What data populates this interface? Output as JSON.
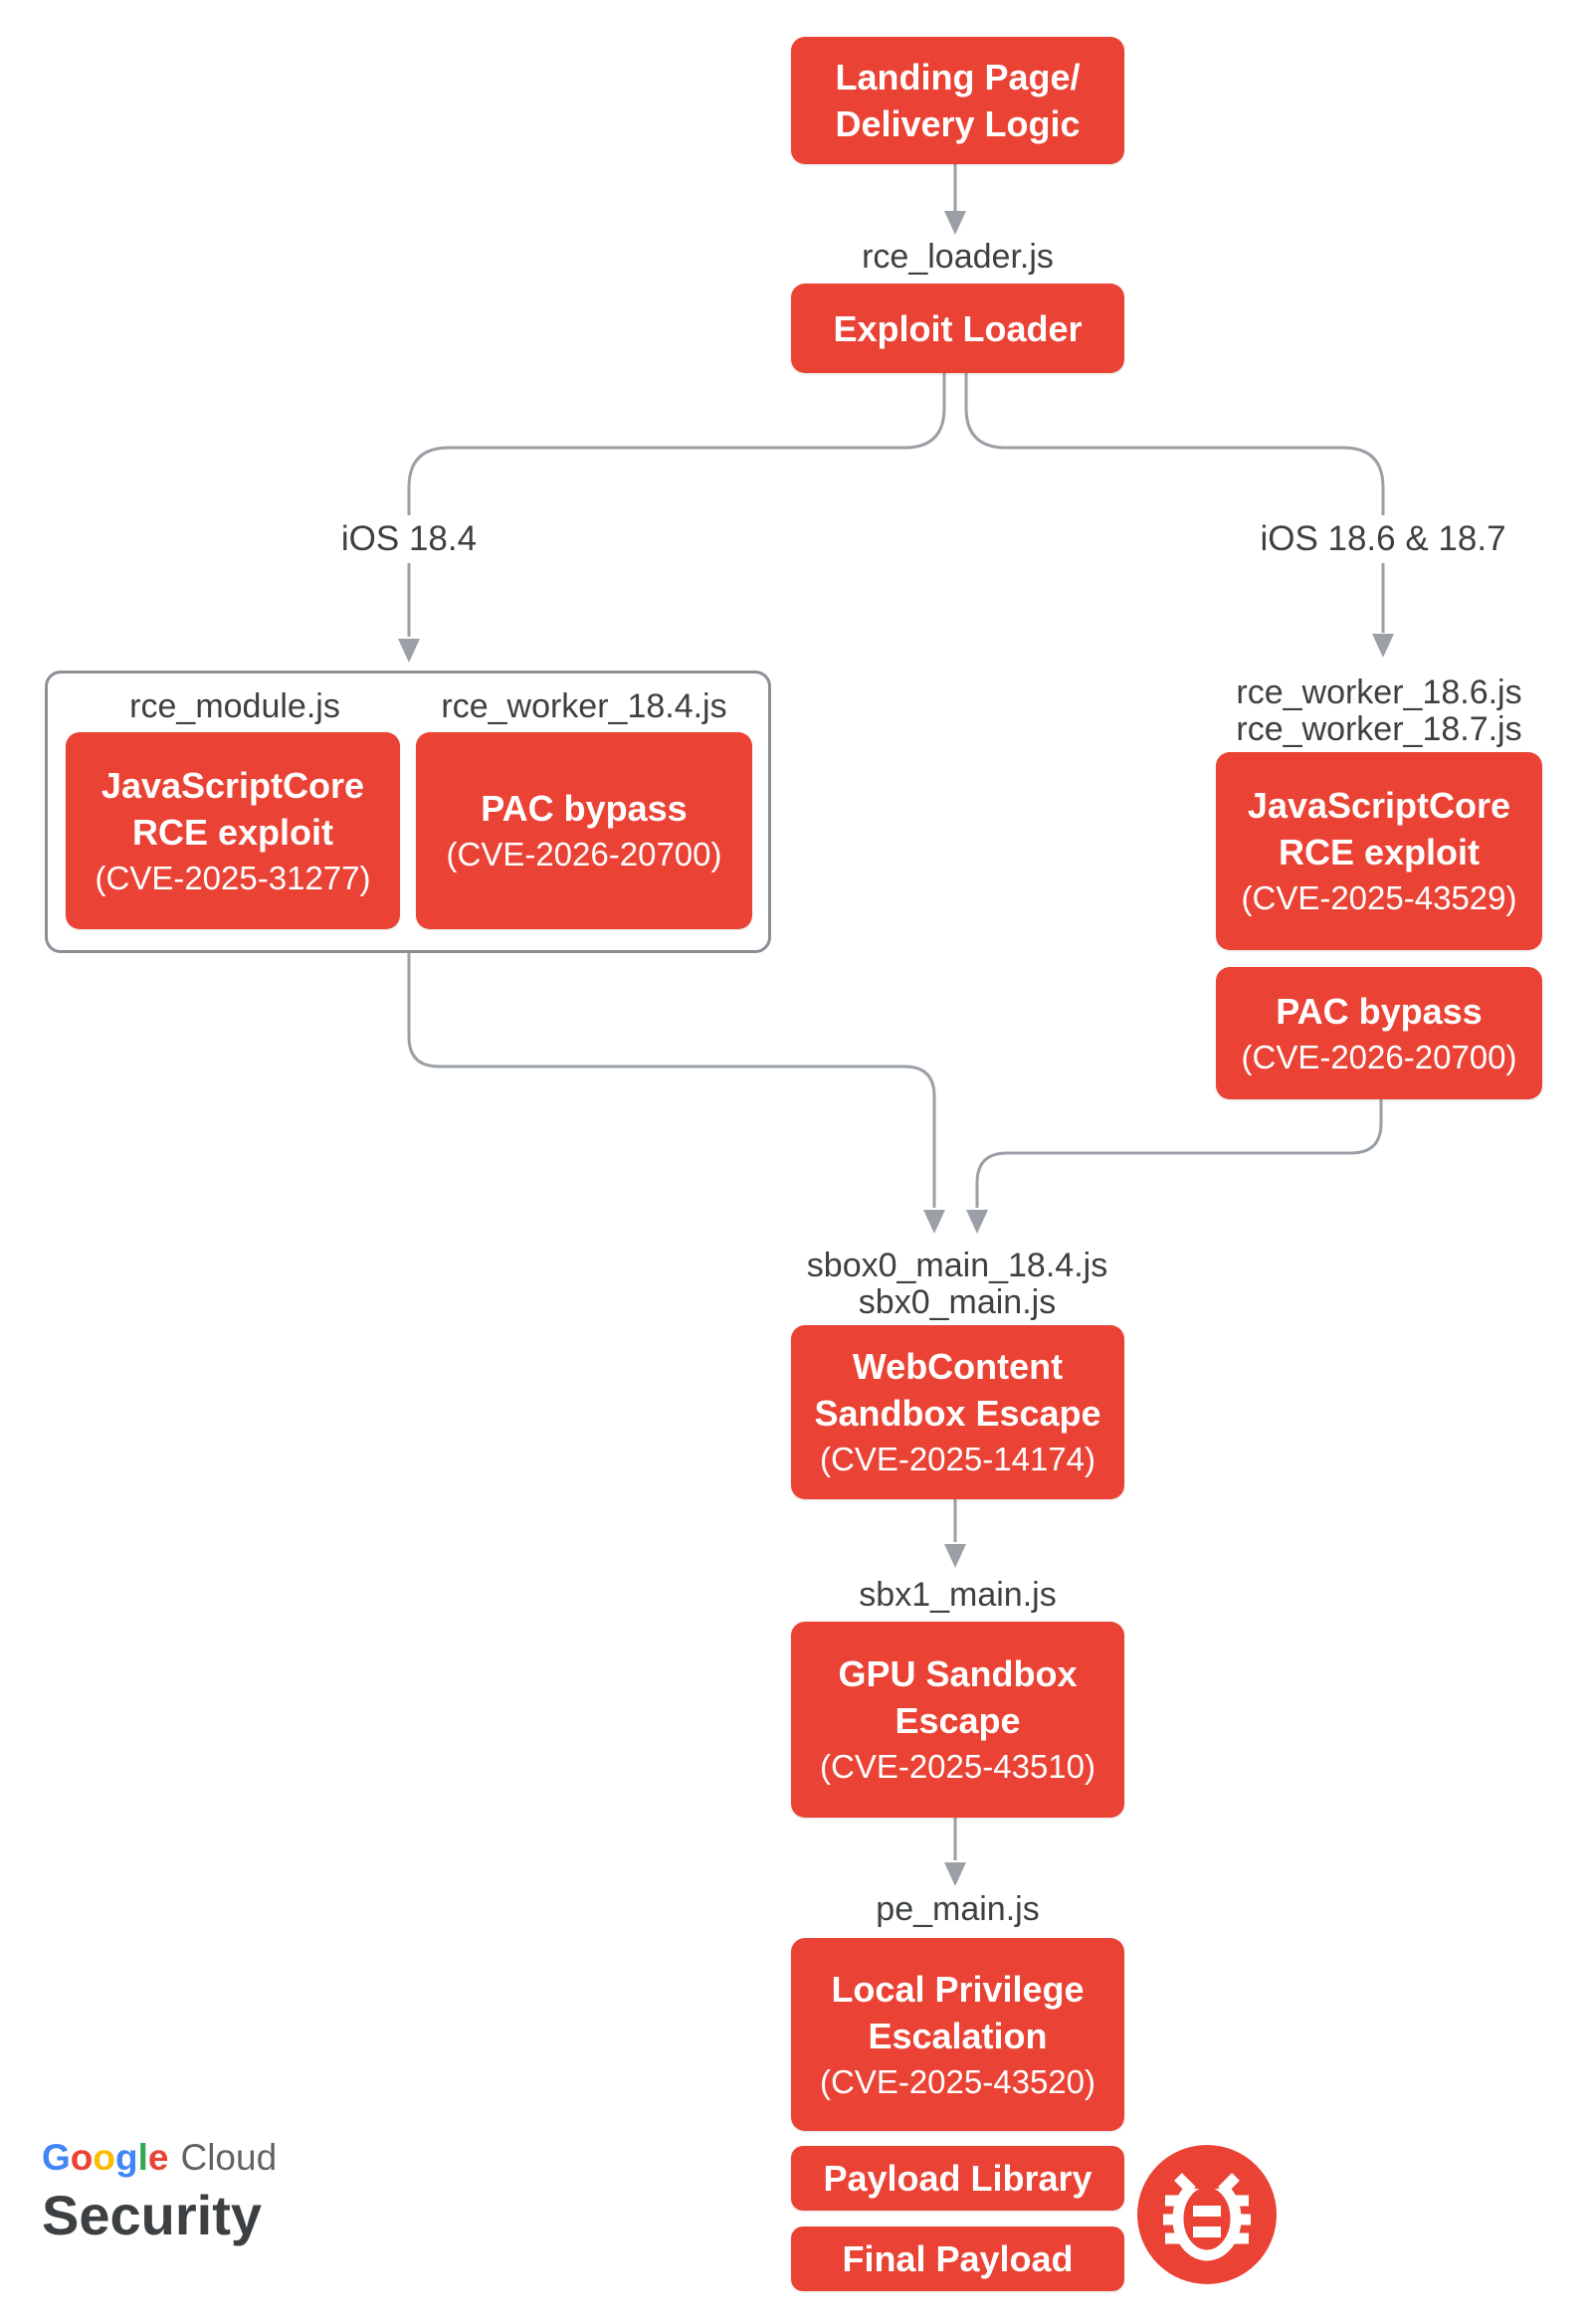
{
  "colors": {
    "node_red": "#EA4335",
    "connector_gray": "#9AA0A6",
    "container_border_gray": "#8A9096",
    "label_ink": "#3C4043",
    "cloud_gray": "#5F6368"
  },
  "flow": {
    "landing": {
      "title_lines": [
        "Landing Page/",
        "Delivery Logic"
      ]
    },
    "loader_file": "rce_loader.js",
    "exploit_loader": {
      "title": "Exploit Loader"
    },
    "branch_left_label": "iOS 18.4",
    "branch_right_label": "iOS 18.6 & 18.7",
    "left_group": {
      "file_labels": [
        "rce_module.js",
        "rce_worker_18.4.js"
      ],
      "jsc_box": {
        "title_lines": [
          "JavaScriptCore",
          "RCE exploit"
        ],
        "cve": "(CVE-2025-31277)"
      },
      "pac_box": {
        "title_lines": [
          "PAC bypass"
        ],
        "cve": "(CVE-2026-20700)"
      }
    },
    "right_group": {
      "file_labels": [
        "rce_worker_18.6.js",
        "rce_worker_18.7.js"
      ],
      "jsc_box": {
        "title_lines": [
          "JavaScriptCore",
          "RCE exploit"
        ],
        "cve": "(CVE-2025-43529)"
      },
      "pac_box": {
        "title_lines": [
          "PAC bypass"
        ],
        "cve": "(CVE-2026-20700)"
      }
    },
    "sbox_files": [
      "sbox0_main_18.4.js",
      "sbx0_main.js"
    ],
    "webcontent": {
      "title_lines": [
        "WebContent",
        "Sandbox Escape"
      ],
      "cve": "(CVE-2025-14174)"
    },
    "sbx1_file": "sbx1_main.js",
    "gpu": {
      "title_lines": [
        "GPU Sandbox",
        "Escape"
      ],
      "cve": "(CVE-2025-43510)"
    },
    "pe_file": "pe_main.js",
    "lpe": {
      "title_lines": [
        "Local Privilege",
        "Escalation"
      ],
      "cve": "(CVE-2025-43520)"
    },
    "payload_library": {
      "title": "Payload Library"
    },
    "final_payload": {
      "title": "Final Payload"
    }
  },
  "branding": {
    "google_letters": [
      {
        "ch": "G",
        "color": "#4285F4"
      },
      {
        "ch": "o",
        "color": "#EA4335"
      },
      {
        "ch": "o",
        "color": "#FBBC04"
      },
      {
        "ch": "g",
        "color": "#4285F4"
      },
      {
        "ch": "l",
        "color": "#34A853"
      },
      {
        "ch": "e",
        "color": "#EA4335"
      }
    ],
    "cloud_word": "Cloud",
    "security_word": "Security",
    "bug_icon": "bug-icon"
  }
}
